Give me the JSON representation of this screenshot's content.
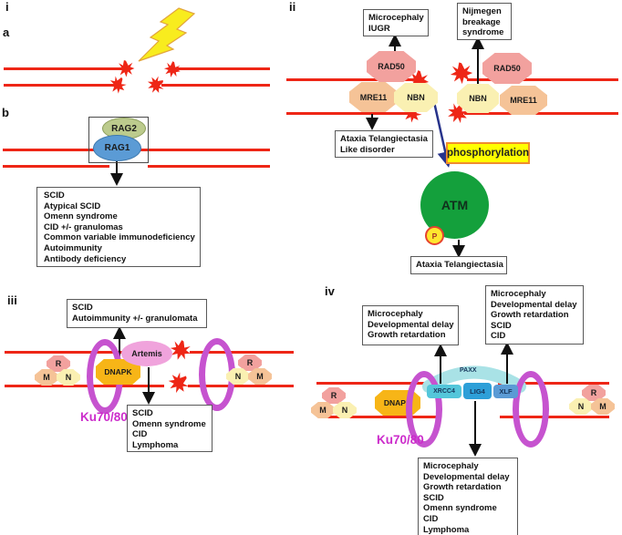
{
  "figure": {
    "panel_i": {
      "label": "i",
      "sub_a": "a",
      "sub_b": "b",
      "rag2": "RAG2",
      "rag1": "RAG1",
      "disease_box": [
        "SCID",
        "Atypical SCID",
        "Omenn syndrome",
        "CID +/- granulomas",
        "Common variable immunodeficiency",
        "Autoimmunity",
        "Antibody deficiency"
      ]
    },
    "panel_ii": {
      "label": "ii",
      "box_microcephaly_iugr": [
        "Microcephaly",
        "IUGR"
      ],
      "box_nijmegen": [
        "Nijmegen",
        "breakage",
        "syndrome"
      ],
      "rad50": "RAD50",
      "mre11": "MRE11",
      "nbn": "NBN",
      "box_atld": [
        "Ataxia Telangiectasia",
        "Like disorder"
      ],
      "phosphorylation_label": "phosphorylation",
      "atm": "ATM",
      "p_badge": "P",
      "box_at": "Ataxia Telangiectasia"
    },
    "panel_iii": {
      "label": "iii",
      "box_top": [
        "SCID",
        "Autoimmunity +/- granulomata"
      ],
      "dnapk": "DNAPK",
      "artemis": "Artemis",
      "r": "R",
      "m": "M",
      "n": "N",
      "ku_label": "Ku70/80",
      "box_bottom": [
        "SCID",
        "Omenn syndrome",
        "CID",
        "Lymphoma"
      ]
    },
    "panel_iv": {
      "label": "iv",
      "box_top_left": [
        "Microcephaly",
        "Developmental delay",
        "Growth retardation"
      ],
      "box_top_right": [
        "Microcephaly",
        "Developmental delay",
        "Growth retardation",
        "SCID",
        "CID"
      ],
      "dnapk": "DNAPK",
      "paxx": "PAXX",
      "xrcc4": "XRCC4",
      "lig4": "LIG4",
      "xlf": "XLF",
      "r": "R",
      "m": "M",
      "n": "N",
      "ku_label": "Ku70/80",
      "box_bottom": [
        "Microcephaly",
        "Developmental delay",
        "Growth retardation",
        "SCID",
        "Omenn syndrome",
        "CID",
        "Lymphoma"
      ]
    }
  },
  "colors": {
    "dna_red": "#EE2616",
    "lightning_yellow": "#F8EC1E",
    "rad50_pink": "#F2A19E",
    "mre11_peach": "#F5C397",
    "nbn_yellow": "#FAF0B2",
    "rag2_green": "#BCCB8D",
    "rag1_blue": "#5B9BD5",
    "atm_green": "#14A03C",
    "phospho_yellow": "#FFFF00",
    "phospho_border_orange": "#F08C2E",
    "ku_ring_magenta": "#C653CF",
    "ku_text_magenta": "#CC2CCB",
    "dnapk_amber": "#F7B517",
    "artemis_pink": "#F0A3DC",
    "xrcc4_cyan": "#54C6DA",
    "lig4_blue": "#2D9FD8",
    "xlf_steel": "#5B9BD5",
    "paxx_light_cyan": "#A9E2E6",
    "arrow_navy": "#27338B"
  }
}
